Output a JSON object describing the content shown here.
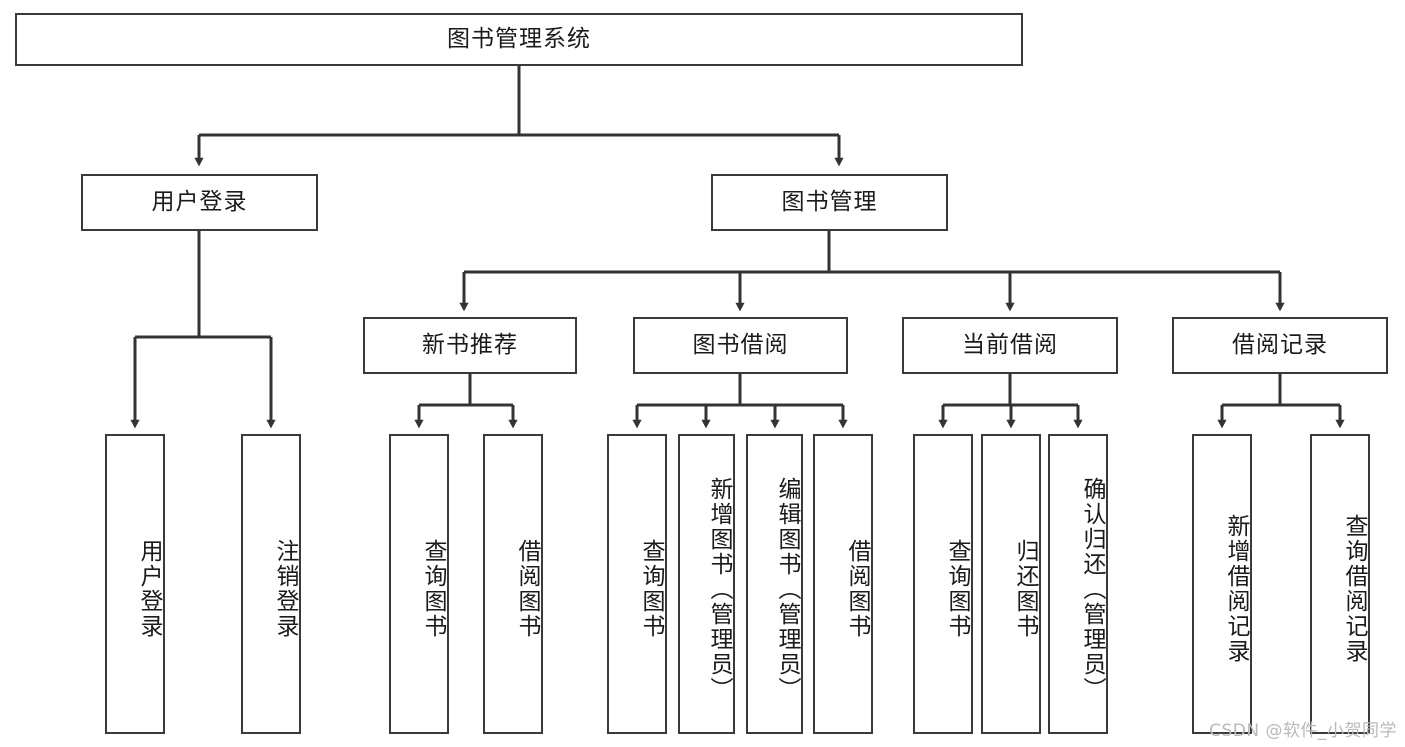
{
  "diagram": {
    "type": "tree",
    "title": "图书管理系统",
    "root": {
      "label": "图书管理系统"
    },
    "level1": [
      {
        "label": "用户登录"
      },
      {
        "label": "图书管理"
      }
    ],
    "level2": [
      {
        "label": "新书推荐",
        "parent": "图书管理"
      },
      {
        "label": "图书借阅",
        "parent": "图书管理"
      },
      {
        "label": "当前借阅",
        "parent": "图书管理"
      },
      {
        "label": "借阅记录",
        "parent": "图书管理"
      }
    ],
    "leaves": {
      "user_login": [
        {
          "label": "用户登录"
        },
        {
          "label": "注销登录"
        }
      ],
      "new_book_recommend": [
        {
          "label": "查询图书"
        },
        {
          "label": "借阅图书"
        }
      ],
      "book_borrow": [
        {
          "label": "查询图书"
        },
        {
          "label": "新增图书（管理员）"
        },
        {
          "label": "编辑图书（管理员）"
        },
        {
          "label": "借阅图书"
        }
      ],
      "current_borrow": [
        {
          "label": "查询图书"
        },
        {
          "label": "归还图书"
        },
        {
          "label": "确认归还（管理员）"
        }
      ],
      "borrow_record": [
        {
          "label": "新增借阅记录"
        },
        {
          "label": "查询借阅记录"
        }
      ]
    }
  },
  "watermark": {
    "text": "CSDN @软件_小贺同学"
  },
  "colors": {
    "stroke": "#3a3a3a",
    "background": "#ffffff",
    "text": "#1b1b1b",
    "watermark": "#b9b9b9"
  }
}
